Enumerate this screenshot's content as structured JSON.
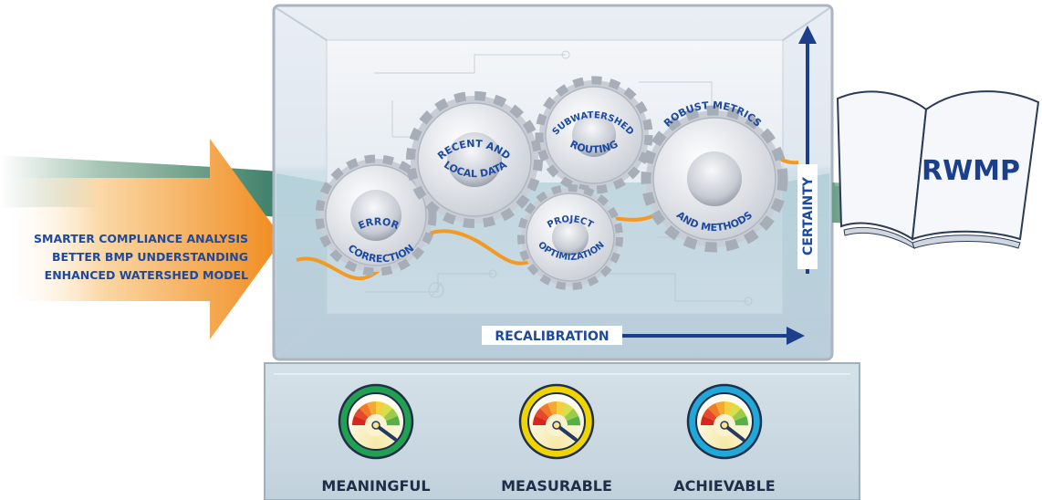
{
  "inputs": {
    "lines": [
      "SMARTER COMPLIANCE ANALYSIS",
      "BETTER BMP UNDERSTANDING",
      "ENHANCED WATERSHED MODEL"
    ]
  },
  "gears": {
    "error": {
      "line1": "ERROR",
      "line2": "CORRECTION"
    },
    "recent": {
      "line1": "RECENT AND",
      "line2": "LOCAL DATA"
    },
    "sub": {
      "line1": "SUBWATERSHED",
      "line2": "ROUTING"
    },
    "project": {
      "line1": "PROJECT",
      "line2": "OPTIMIZATION"
    },
    "robust": {
      "line1": "ROBUST METRICS",
      "line2": "AND METHODS"
    }
  },
  "axes": {
    "x_label": "RECALIBRATION",
    "y_label": "CERTAINTY"
  },
  "output": {
    "label": "RWMP"
  },
  "gauges": [
    {
      "label": "MEANINGFUL",
      "ring_color": "#21a052",
      "needle_level": 0.62
    },
    {
      "label": "MEASURABLE",
      "ring_color": "#f0d400",
      "needle_level": 0.66
    },
    {
      "label": "ACHIEVABLE",
      "ring_color": "#1fa8d8",
      "needle_level": 0.7
    }
  ],
  "colors": {
    "navy": "#1b3f8b",
    "orange": "#f29a24",
    "gear": "#d7dbe2",
    "blue_text": "#1d4aa0"
  }
}
